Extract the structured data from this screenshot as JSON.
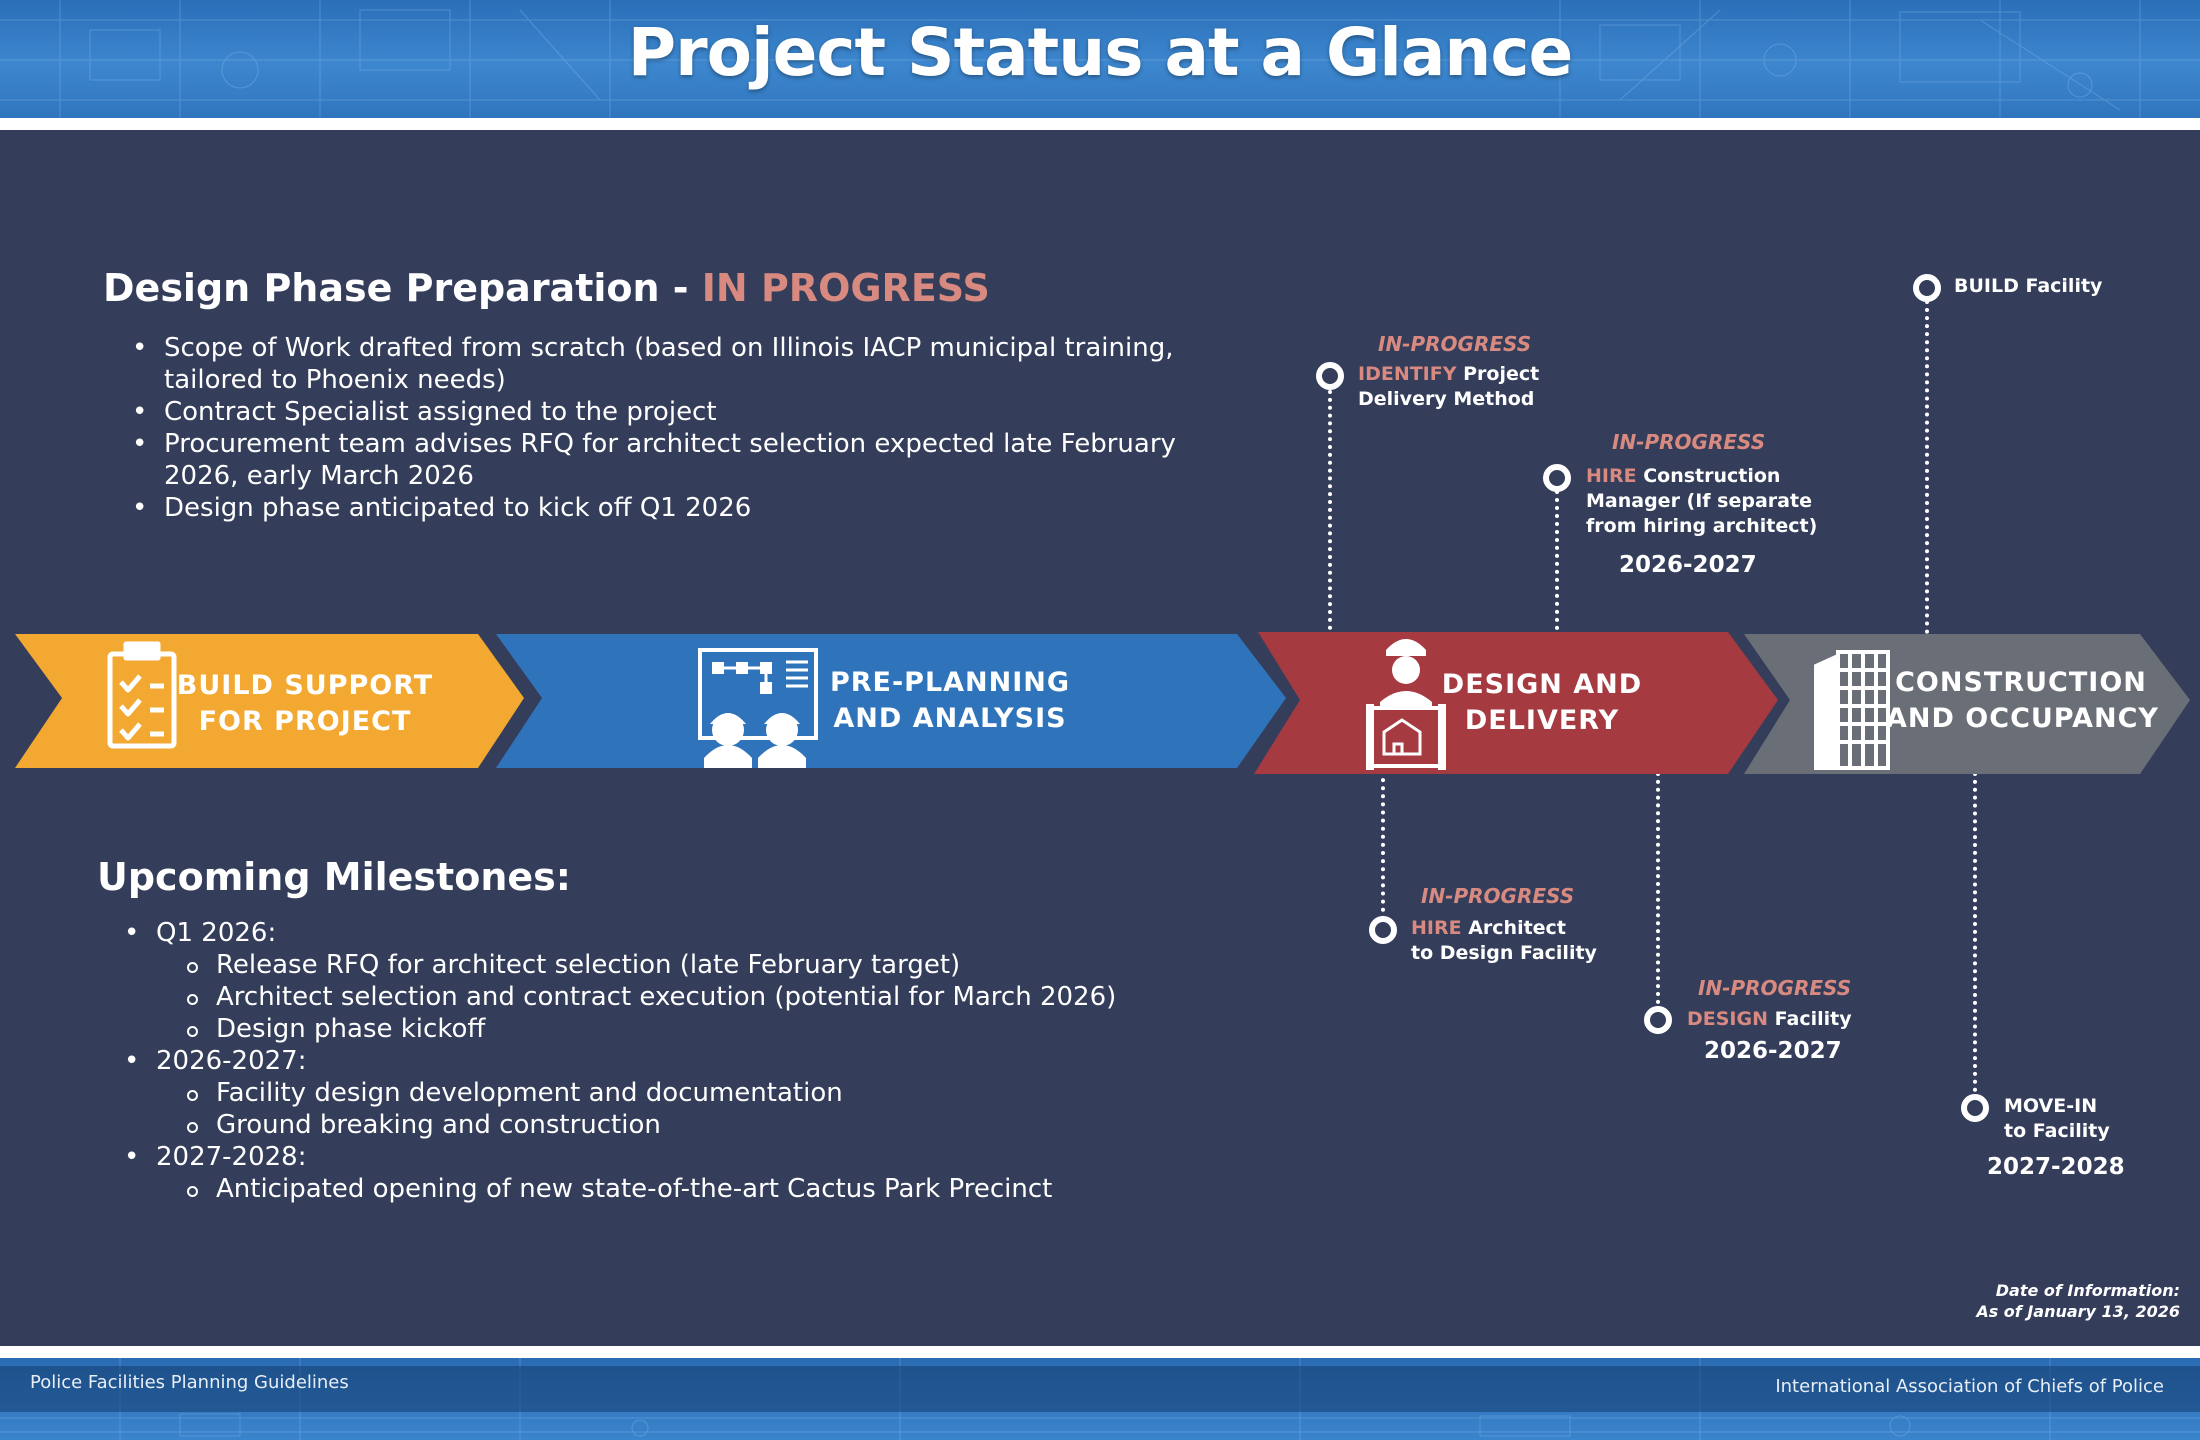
{
  "header": {
    "title": "Project Status at a Glance"
  },
  "design_phase": {
    "title": "Design Phase Preparation - ",
    "status": "IN PROGRESS",
    "bullets": [
      "Scope of Work drafted from scratch (based on Illinois IACP municipal training, tailored to Phoenix needs)",
      "Contract Specialist assigned to the project",
      "Procurement team advises RFQ for architect selection expected late February 2026, early March 2026",
      "Design phase anticipated to kick off Q1 2026"
    ]
  },
  "milestones": {
    "title": "Upcoming Milestones:",
    "groups": [
      {
        "label": "Q1 2026:",
        "items": [
          "Release RFQ for architect selection (late February target)",
          "Architect selection and contract execution (potential for March 2026)",
          "Design phase kickoff"
        ]
      },
      {
        "label": "2026-2027:",
        "items": [
          "Facility design development and documentation",
          "Ground breaking and construction"
        ]
      },
      {
        "label": "2027-2028:",
        "items": [
          "Anticipated opening of new state-of-the-art Cactus Park Precinct"
        ]
      }
    ]
  },
  "phases": [
    {
      "line1": "BUILD SUPPORT",
      "line2": "FOR PROJECT",
      "color": "#f2a831",
      "icon": "clipboard-checklist-icon"
    },
    {
      "line1": "PRE-PLANNING",
      "line2": "AND ANALYSIS",
      "color": "#2f74bb",
      "icon": "planning-team-icon"
    },
    {
      "line1": "DESIGN AND",
      "line2": "DELIVERY",
      "color": "#a63a41",
      "icon": "architect-blueprint-icon"
    },
    {
      "line1": "CONSTRUCTION",
      "line2": "AND OCCUPANCY",
      "color": "#6a6e76",
      "icon": "building-icon"
    }
  ],
  "timeline": {
    "identify": {
      "status": "IN-PROGRESS",
      "hl": "IDENTIFY",
      "rest1": " Project",
      "line2": "Delivery Method"
    },
    "hire_cm": {
      "status": "IN-PROGRESS",
      "hl": "HIRE",
      "rest1": " Construction",
      "line2": "Manager (If separate",
      "line3": "from hiring architect)",
      "year": "2026-2027"
    },
    "build": {
      "text": "BUILD Facility"
    },
    "hire_arch": {
      "status": "IN-PROGRESS",
      "hl": "HIRE",
      "rest1": " Architect",
      "line2": "to Design Facility"
    },
    "design": {
      "status": "IN-PROGRESS",
      "hl": "DESIGN",
      "rest1": " Facility",
      "year": "2026-2027"
    },
    "move_in": {
      "line1": "MOVE-IN",
      "line2": "to Facility",
      "year": "2027-2028"
    }
  },
  "date_info": {
    "line1": "Date of Information:",
    "line2": "As of January 13, 2026"
  },
  "footer": {
    "left": "Police Facilities Planning Guidelines",
    "right": "International Association of Chiefs of Police"
  }
}
